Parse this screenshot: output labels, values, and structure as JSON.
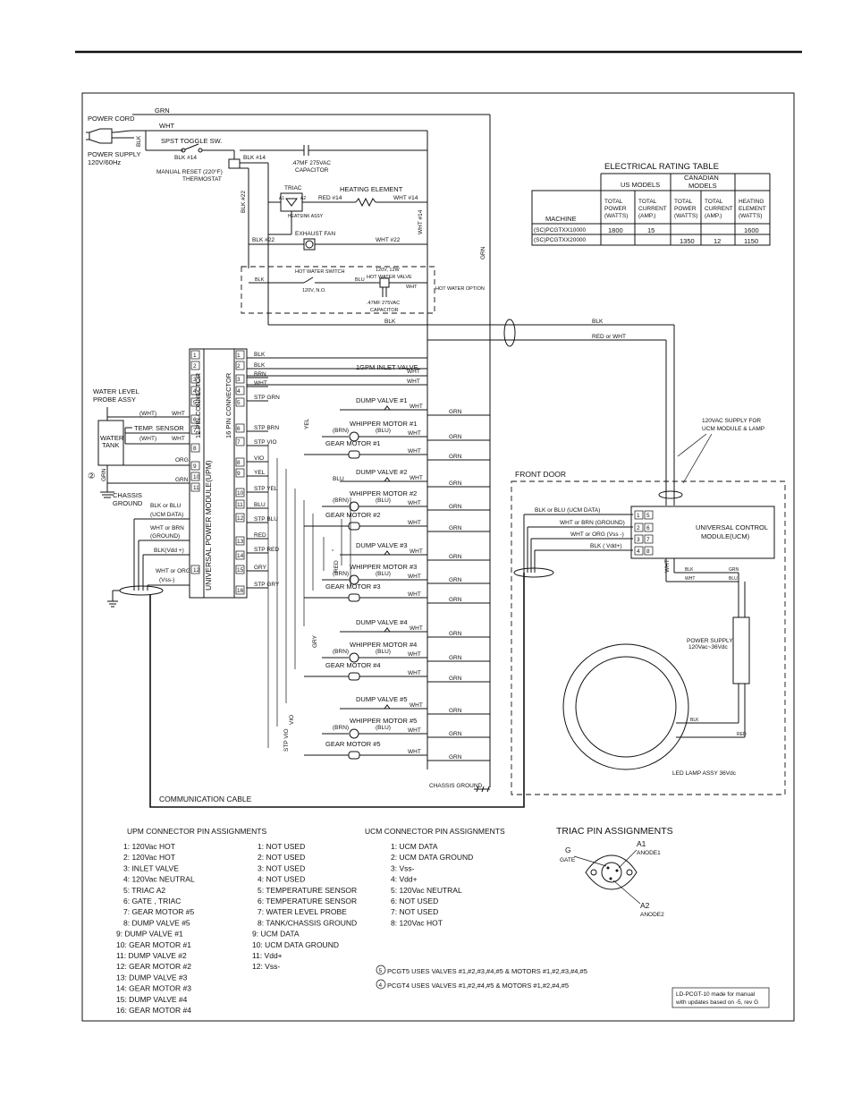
{
  "header": {
    "rule": ""
  },
  "power": {
    "cord": "POWER CORD",
    "supply": "POWER SUPPLY",
    "supply_rating": "120V/60Hz",
    "grn": "GRN",
    "wht": "WHT",
    "blk": "BLK",
    "toggle": "SPST TOGGLE SW.",
    "blk14a": "BLK #14",
    "blk14b": "BLK #14",
    "reset1": "MANUAL RESET (220°F)",
    "reset2": "THERMOSTAT",
    "cap1": ".47MF 275VAC",
    "cap2": "CAPACITOR",
    "blk22": "BLK #22",
    "blk22b": "BLK #22",
    "triac": "TRIAC",
    "a1": "A1",
    "a2": "A2",
    "g": "G",
    "heatsink": "HEATSINK ASSY",
    "red14": "RED #14",
    "heating": "HEATING ELEMENT",
    "wht14": "WHT #14",
    "wht14v": "WHT #14",
    "fan": "EXHAUST FAN",
    "wht22": "WHT #22",
    "grn_main": "GRN"
  },
  "hot_water": {
    "switch": "HOT WATER SWITCH",
    "valve1": "120V, 12W",
    "valve2": "HOT WATER VALVE",
    "blk": "BLK",
    "blu": "BLU",
    "no": "120V, N.O.",
    "wht": "WHT",
    "option": "HOT WATER OPTION",
    "cap1": ".47MF 275VAC",
    "cap2": "CAPACITOR",
    "blk_bottom": "BLK"
  },
  "cable": {
    "blk": "BLK",
    "red_wht": "RED or WHT",
    "supply1": "120VAC SUPPLY FOR",
    "supply2": "UCM MODULE & LAMP",
    "comm": "COMMUNICATION CABLE"
  },
  "rating_table": {
    "title": "ELECTRICAL RATING TABLE",
    "us": "US MODELS",
    "canadian1": "CANADIAN",
    "canadian2": "MODELS",
    "machine": "MACHINE",
    "col1": [
      "TOTAL",
      "POWER",
      "(WATTS)"
    ],
    "col2": [
      "TOTAL",
      "CURRENT",
      "(AMP.)"
    ],
    "col3": [
      "TOTAL",
      "POWER",
      "(WATTS)"
    ],
    "col4": [
      "TOTAL",
      "CURRENT",
      "(AMP.)"
    ],
    "col5": [
      "HEATING",
      "ELEMENT",
      "(WATTS)"
    ],
    "rows": [
      [
        "(SC)PCGTXX10000",
        "1800",
        "15",
        "",
        "",
        "1600"
      ],
      [
        "(SC)PCGTXX20000",
        "",
        "",
        "1350",
        "12",
        "1150"
      ]
    ]
  },
  "upm": {
    "module": "UNIVERSAL POWER MODULE(UPM)",
    "c12": "12 PIN CONNECTOR",
    "c16": "16 PIN CONNECTOR",
    "left_pins": [
      "1",
      "2",
      "3",
      "4",
      "5",
      "6",
      "7",
      "8",
      "9",
      "10",
      "11",
      "12"
    ],
    "right_pins": [
      "1",
      "2",
      "3",
      "4",
      "5",
      "6",
      "7",
      "8",
      "9",
      "10",
      "11",
      "12",
      "13",
      "14",
      "15",
      "16"
    ],
    "right_labels": [
      "BLK",
      "BLK",
      "BRN",
      "WHT",
      "STP GRN",
      "",
      "STP BRN",
      "STP VIO",
      "VIO",
      "YEL",
      "STP YEL",
      "BLU",
      "STP BLU",
      "RED",
      "STP RED",
      "GRY",
      "STP GRY"
    ]
  },
  "left_side": {
    "probe1": "WATER LEVEL",
    "probe2": "PROBE ASSY",
    "wht_a": "(WHT)",
    "wht_b": "WHT",
    "temp": "TEMP. SENSOR",
    "wht_c": "(WHT)",
    "wht_d": "WHT",
    "tank1": "WATER",
    "tank2": "TANK",
    "org": "ORG",
    "grn": "GRN",
    "grn_v": "GRN",
    "chassis1": "CHASSIS",
    "chassis2": "GROUND",
    "mark": "②",
    "blkblu": "BLK or BLU",
    "ucmdata": "(UCM DATA)",
    "whtbrn": "WHT or BRN",
    "ground": "(GROUND)",
    "vdd": "BLK(Vdd +)",
    "whtorg": "WHT or ORG",
    "vss": "(Vss-)"
  },
  "loads": {
    "inlet": "1GPM INLET VALVE",
    "wht": "WHT",
    "grn": "GRN",
    "yel": "YEL",
    "blu": "BLU",
    "red": "RED",
    "gry": "GRY",
    "vio": "VIO",
    "stpvio": "STP VIO",
    "dump1": "DUMP VALVE #1",
    "whip1": "WHIPPER MOTOR #1",
    "gear1": "GEAR MOTOR #1",
    "dump2": "DUMP VALVE #2",
    "whip2": "WHIPPER MOTOR #2",
    "gear2": "GEAR MOTOR #2",
    "dump3": "DUMP VALVE #3",
    "whip3": "WHIPPER MOTOR #3",
    "gear3": "GEAR MOTOR #3",
    "dump4": "DUMP VALVE #4",
    "whip4": "WHIPPER MOTOR #4",
    "gear4": "GEAR MOTOR #4",
    "dump5": "DUMP VALVE #5",
    "whip5": "WHIPPER MOTOR #5",
    "gear5": "GEAR MOTOR #5",
    "brn": "(BRN)",
    "blup": "(BLU)",
    "chassis": "CHASSIS GROUND"
  },
  "front_door": {
    "title": "FRONT DOOR",
    "blkblu": "BLK or BLU   (UCM DATA)",
    "whtbrn": "WHT or BRN  (GROUND)",
    "whtorg": "WHT or ORG (Vss -)",
    "vdd": "BLK ( Vdd+)",
    "ucm1": "UNIVERSAL CONTROL",
    "ucm2": "MODULE(UCM)",
    "pins": [
      "1",
      "5",
      "2",
      "6",
      "3",
      "7",
      "4",
      "8"
    ],
    "blk": "BLK",
    "grn": "GRN",
    "wht": "WHT",
    "blu": "BLU",
    "wht_v": "WHT",
    "ps1": "POWER  SUPPLY",
    "ps2": "120Vac~36Vdc",
    "red": "RED",
    "led": "LED  LAMP  ASSY  36Vdc"
  },
  "upm_pins": {
    "title": "UPM CONNECTOR PIN ASSIGNMENTS",
    "col1": [
      "1: 120Vac HOT",
      "2: 120Vac HOT",
      "3: INLET VALVE",
      "4: 120Vac NEUTRAL",
      "5: TRIAC A2",
      "6: GATE , TRIAC",
      "7: GEAR MOTOR #5",
      "8: DUMP VALVE #5",
      "9: DUMP VALVE #1",
      "10: GEAR MOTOR #1",
      "11: DUMP VALVE #2",
      "12: GEAR MOTOR #2",
      "13: DUMP VALVE #3",
      "14: GEAR MOTOR #3",
      "15: DUMP VALVE #4",
      "16: GEAR MOTOR #4"
    ],
    "col2": [
      "1: NOT USED",
      "2: NOT USED",
      "3: NOT USED",
      "4: NOT USED",
      "5: TEMPERATURE SENSOR",
      "6: TEMPERATURE SENSOR",
      "7: WATER LEVEL PROBE",
      "8: TANK/CHASSIS GROUND",
      "9: UCM DATA",
      "10: UCM DATA GROUND",
      "11: Vdd+",
      "12: Vss-"
    ]
  },
  "ucm_pins": {
    "title": "UCM CONNECTOR PIN ASSIGNMENTS",
    "items": [
      "1: UCM DATA",
      "2: UCM DATA GROUND",
      "3: Vss-",
      "4: Vdd+",
      "5: 120Vac NEUTRAL",
      "6: NOT USED",
      "7: NOT USED",
      "8: 120Vac HOT"
    ]
  },
  "triac_pins": {
    "title": "TRIAC PIN ASSIGNMENTS",
    "g": "G",
    "gate": "GATE",
    "a1": "A1",
    "anode1": "ANODE1",
    "a2": "A2",
    "anode2": "ANODE2"
  },
  "notes": {
    "n5": "PCGT5 USES VALVES #1,#2,#3,#4,#5 & MOTORS #1,#2,#3,#4,#5",
    "n4": "PCGT4 USES VALVES #1,#2,#4,#5 & MOTORS #1,#2,#4,#5",
    "c5": "5",
    "c4": "4",
    "rev1": "LD-PCGT-10 made for manual",
    "rev2": "with updates based on -5, rev G"
  }
}
